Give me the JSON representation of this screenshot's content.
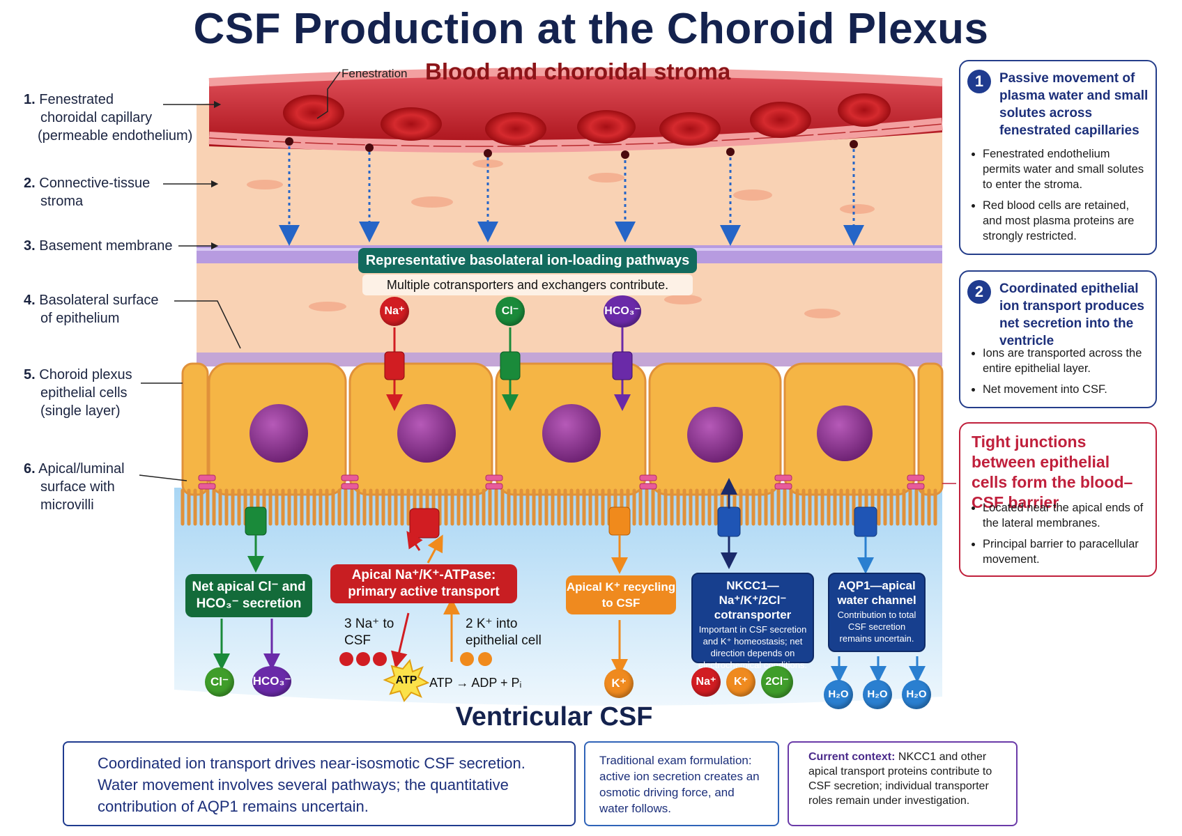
{
  "title": "CSF Production at the Choroid Plexus",
  "stroma_title": "Blood and choroidal stroma",
  "fenestration_label": "Fenestration",
  "left_labels": [
    {
      "num": "1.",
      "line1": "Fenestrated",
      "line2": "choroidal capillary",
      "line3": "(permeable endothelium)"
    },
    {
      "num": "2.",
      "line1": "Connective-tissue",
      "line2": "stroma",
      "line3": ""
    },
    {
      "num": "3.",
      "line1": "Basement membrane",
      "line2": "",
      "line3": ""
    },
    {
      "num": "4.",
      "line1": "Basolateral surface",
      "line2": "of epithelium",
      "line3": ""
    },
    {
      "num": "5.",
      "line1": "Choroid plexus",
      "line2": "epithelial cells",
      "line3": "(single layer)"
    },
    {
      "num": "6.",
      "line1": "Apical/luminal",
      "line2": "surface with",
      "line3": "microvilli"
    }
  ],
  "basolateral": {
    "title": "Representative basolateral ion-loading pathways",
    "subtitle": "Multiple cotransporters and exchangers contribute.",
    "ions": [
      "Na⁺",
      "Cl⁻",
      "HCO₃⁻"
    ]
  },
  "apical": {
    "cl_hco3": {
      "title": "Net apical Cl⁻ and HCO₃⁻ secretion",
      "ions": [
        "Cl⁻",
        "HCO₃⁻"
      ]
    },
    "atpase": {
      "title": "Apical Na⁺/K⁺-ATPase: primary active transport",
      "na_label": "3 Na⁺ to CSF",
      "k_label": "2 K⁺ into epithelial cell",
      "atp": "ATP",
      "reaction": "ATP → ADP + Pᵢ"
    },
    "k_recycling": {
      "title": "Apical K⁺ recycling to CSF",
      "ion": "K⁺"
    },
    "nkcc1": {
      "title": "NKCC1—Na⁺/K⁺/2Cl⁻ cotransporter",
      "detail": "Important in CSF secretion and K⁺ homeostasis; net direction depends on electrochemical conditions.",
      "ions": [
        "Na⁺",
        "K⁺",
        "2Cl⁻"
      ]
    },
    "aqp1": {
      "title": "AQP1—apical water channel",
      "detail": "Contribution to total CSF secretion remains uncertain.",
      "water": "H₂O"
    }
  },
  "ventricular_label": "Ventricular CSF",
  "side_boxes": [
    {
      "num": "1",
      "heading": "Passive movement of plasma water and small solutes across fenestrated capillaries",
      "bullets": [
        "Fenestrated endothelium permits water and small solutes to enter the stroma.",
        "Red blood cells are retained, and most plasma proteins are strongly restricted."
      ]
    },
    {
      "num": "2",
      "heading": "Coordinated epithelial ion transport produces net secretion into the ventricle",
      "bullets": [
        "Ions are transported across the entire epithelial layer.",
        "Net movement into CSF."
      ]
    },
    {
      "num": "",
      "heading": "Tight junctions between epithelial cells form the blood–CSF barrier",
      "bullets": [
        "Located near the apical ends of the lateral membranes.",
        "Principal barrier to paracellular movement."
      ]
    }
  ],
  "bottom": {
    "main": "Coordinated ion transport drives near-isosmotic CSF secretion. Water movement involves several pathways; the quantitative contribution of AQP1 remains uncertain.",
    "traditional": "Traditional exam formulation: active ion secretion creates an osmotic driving force, and water follows.",
    "current_label": "Current context:",
    "current": "NKCC1 and other apical transport proteins contribute to CSF secretion; individual transporter roles remain under investigation."
  },
  "colors": {
    "blood": "#c4141c",
    "stroma": "#f9d2b4",
    "basement": "#b79be0",
    "cell": "#f5b545",
    "nucleus": "#8a2f8c",
    "csf": "#cfe8f8",
    "navy": "#14224e"
  }
}
